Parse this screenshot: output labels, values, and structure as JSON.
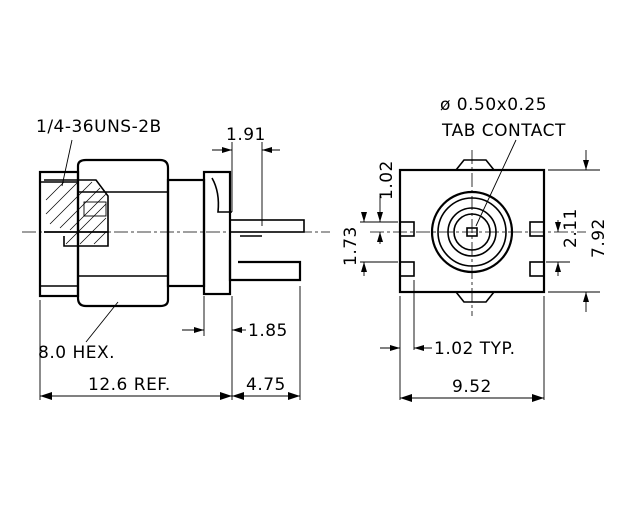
{
  "labels": {
    "thread": "1/4-36UNS-2B",
    "dim_191": "1.91",
    "tab_contact_line1": "ø 0.50x0.25",
    "tab_contact_line2": "TAB CONTACT",
    "dim_102": "1.02",
    "dim_173": "1.73",
    "dim_211": "2.11",
    "dim_792": "7.92",
    "hex": "8.0 HEX.",
    "dim_185": "1.85",
    "dim_102_typ": "1.02 TYP.",
    "dim_126_ref": "12.6 REF.",
    "dim_475": "4.75",
    "dim_952": "9.52"
  }
}
